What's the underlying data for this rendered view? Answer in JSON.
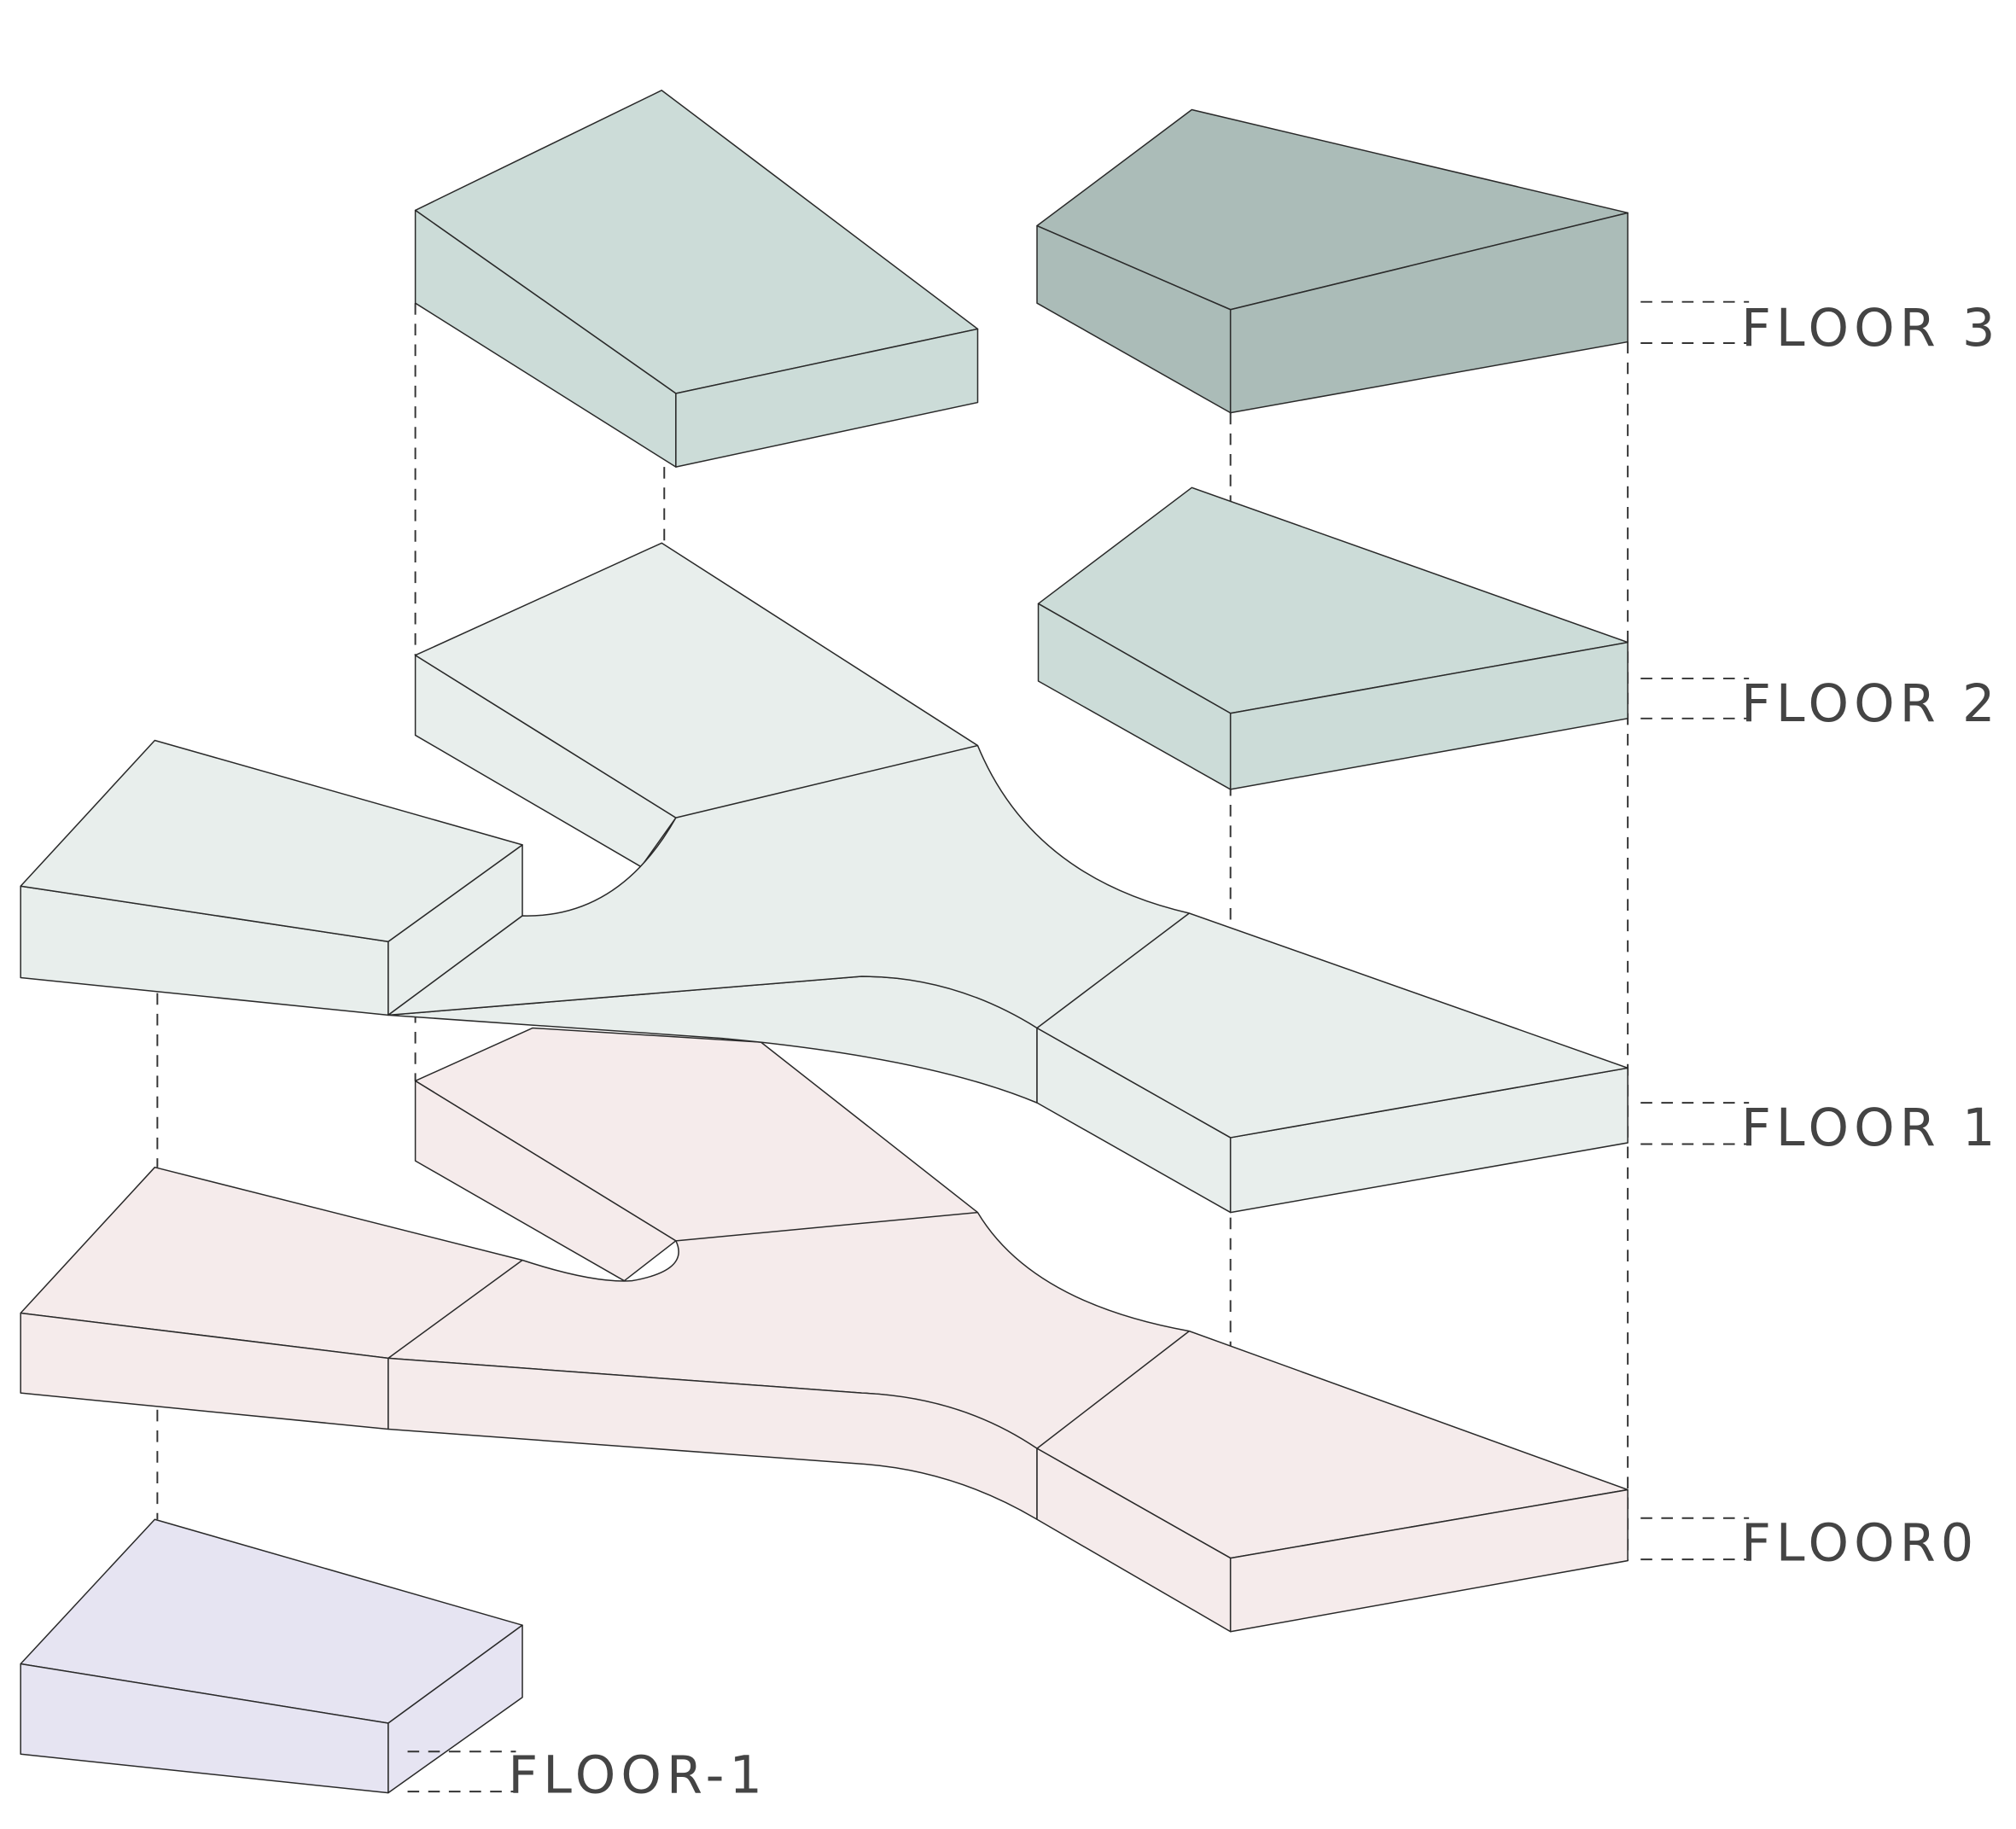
{
  "labels": {
    "floor3": "FLOOR 3",
    "floor2": "FLOOR 2",
    "floor1": "FLOOR 1",
    "floor0": "FLOOR0",
    "floor_minus1": "FLOOR-1"
  },
  "colors": {
    "floor3_dark": "#abbcb8",
    "floor3_light": "#ccdcd8",
    "floor2": "#ccdcd8",
    "floor1": "#e8eeec",
    "floor0": "#f5ebeb",
    "floor_minus1": "#e6e4f2"
  }
}
